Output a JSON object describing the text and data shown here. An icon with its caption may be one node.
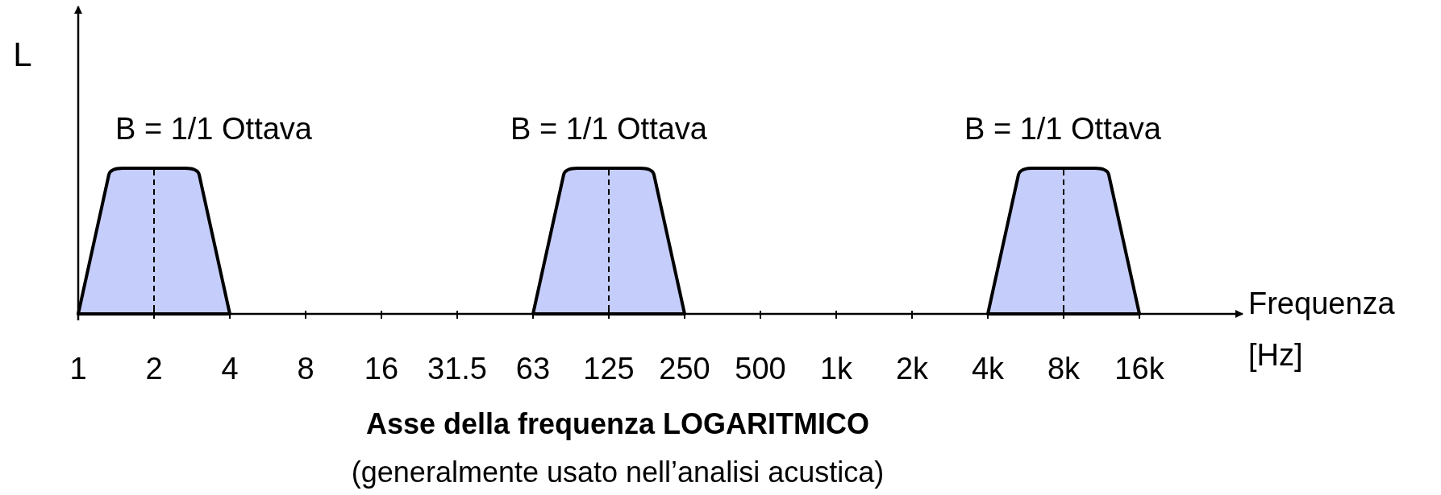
{
  "diagram": {
    "labels": [
      "L",
      "B = 1/1 Ottava",
      "B = 1/1 Ottava",
      "B = 1/1 Ottava",
      "Frequenza [Hz]",
      "1",
      "2",
      "4",
      "8",
      "16",
      "31.5",
      "63",
      "125",
      "250",
      "500",
      "1k",
      "2k",
      "4k",
      "8k",
      "16k",
      "Asse della frequenza LOGARITMICO",
      "(generalmente usato nell’analisi acustica)"
    ]
  }
}
